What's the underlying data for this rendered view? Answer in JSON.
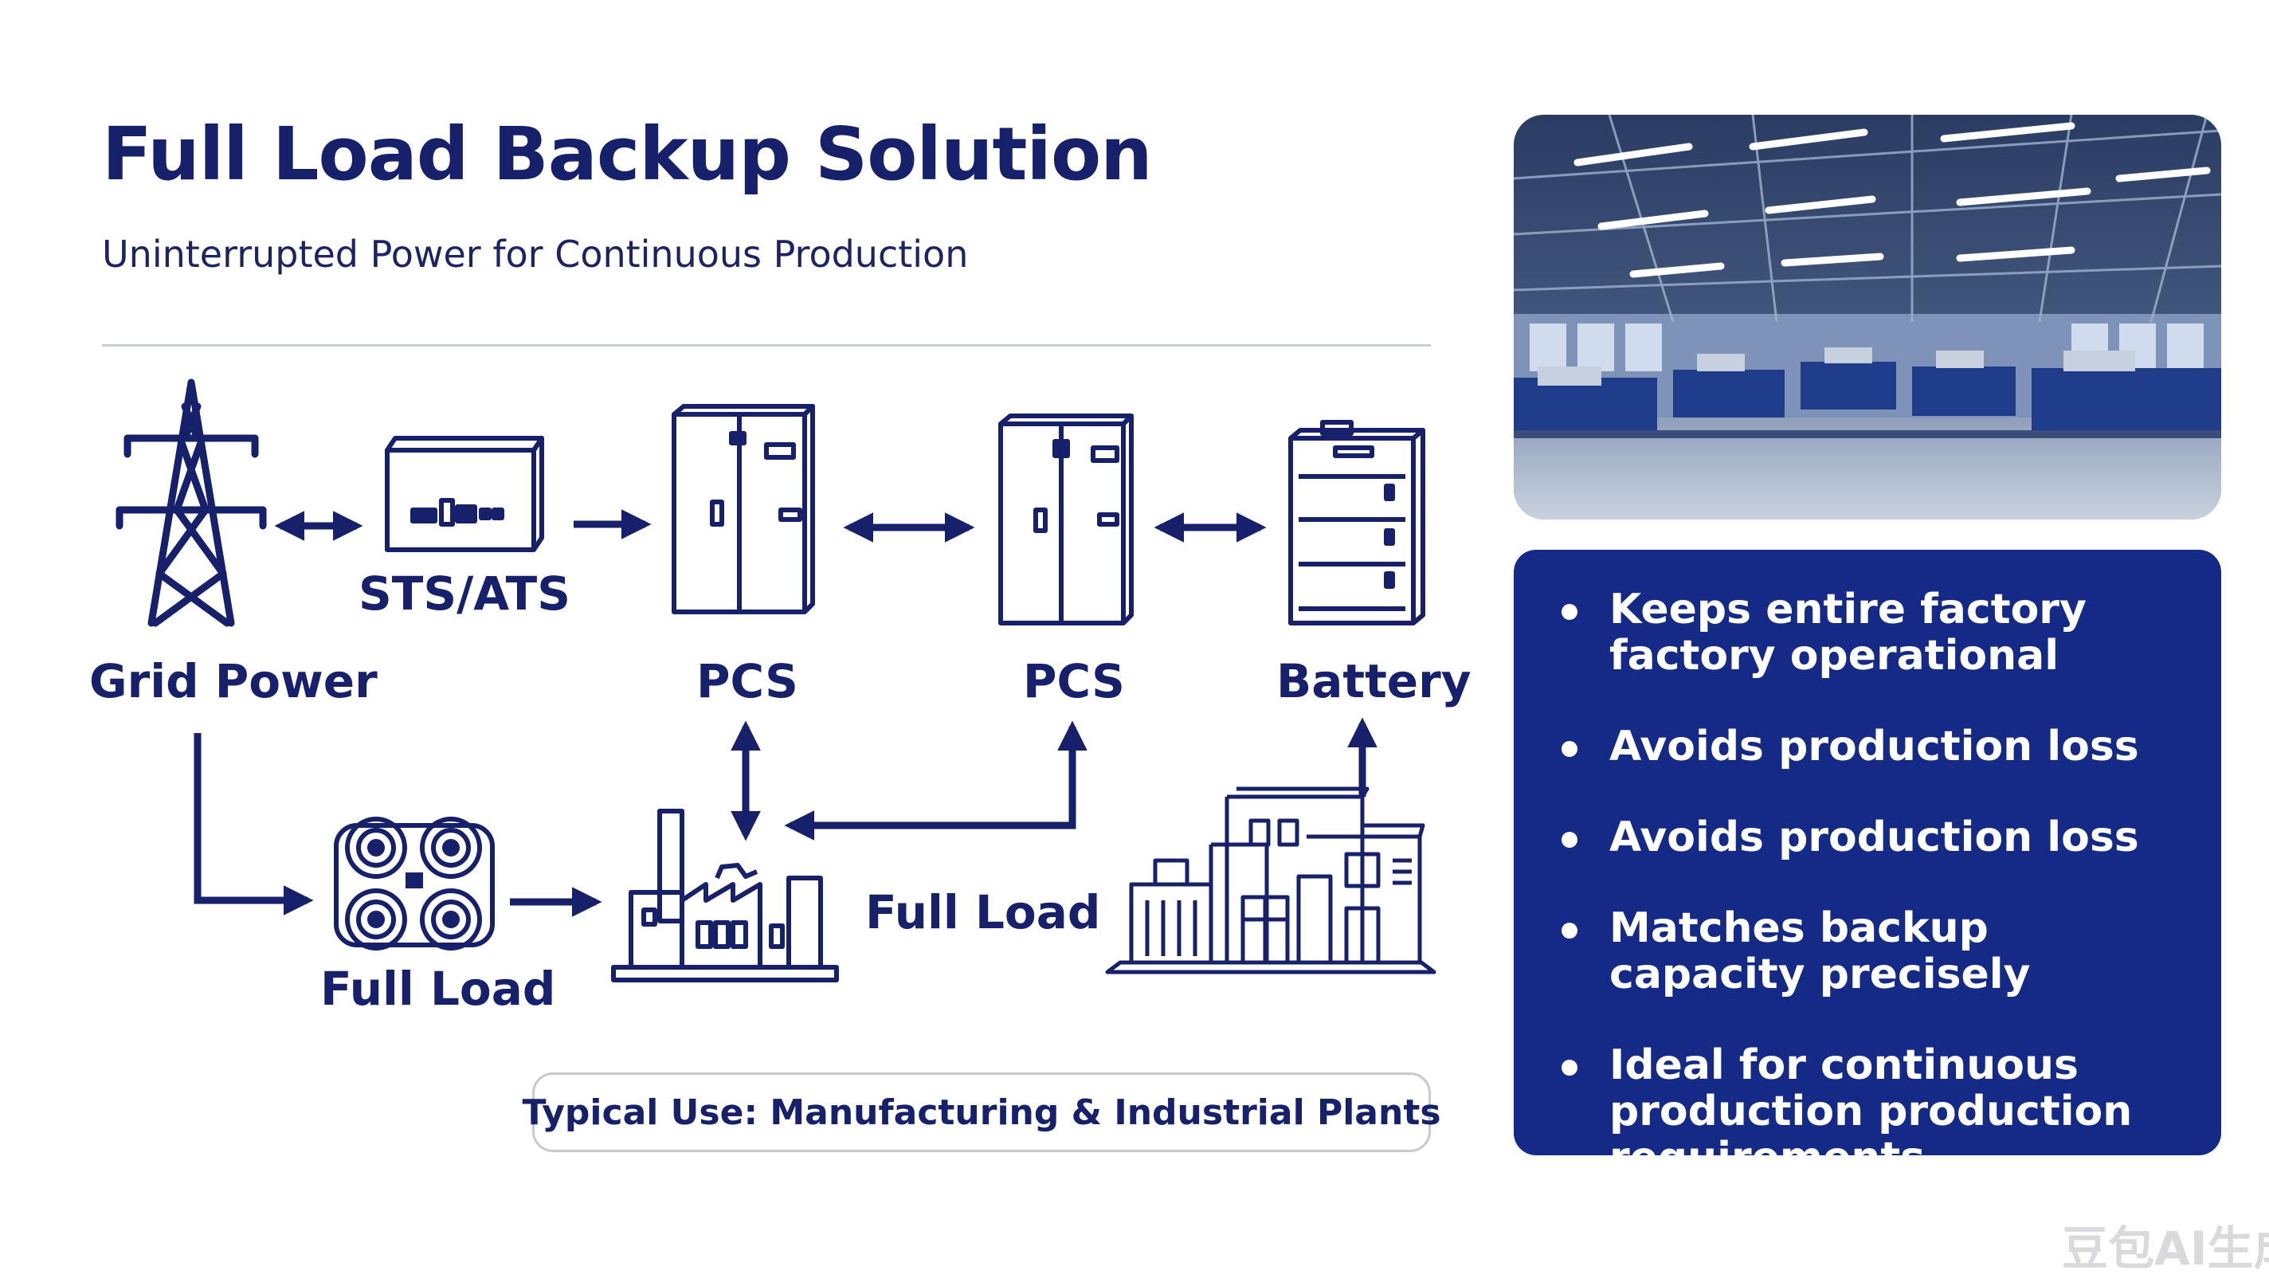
{
  "title": "Full Load Backup Solution",
  "subtitle": "Uninterrupted Power for Continuous Production",
  "diagram": {
    "nodes": {
      "grid": "Grid Power",
      "sts": "STS/ATS",
      "pcs_1": "PCS",
      "pcs_2": "PCS",
      "battery": "Battery",
      "full_load_1": "Full Load",
      "full_load_2": "Full Load"
    },
    "usage": "Typical Use: Manufacturing & Industrial Plants",
    "colors": {
      "primary": "#16206b",
      "panel": "#142a86",
      "divider": "#c9cbd2"
    },
    "icons": [
      "transmission-tower-icon",
      "switch-cabinet-icon",
      "pcs-cabinet-icon",
      "battery-rack-icon",
      "motor-load-icon",
      "factory-icon",
      "industrial-building-icon"
    ]
  },
  "features": [
    "Keeps entire factory factory operational",
    "Avoids production loss",
    "Avoids production loss",
    "Matches backup capacity precisely",
    "Ideal for continuous production production requirements"
  ],
  "photo": {
    "icon": "factory-interior-photo"
  },
  "watermark": "豆包AI生成"
}
